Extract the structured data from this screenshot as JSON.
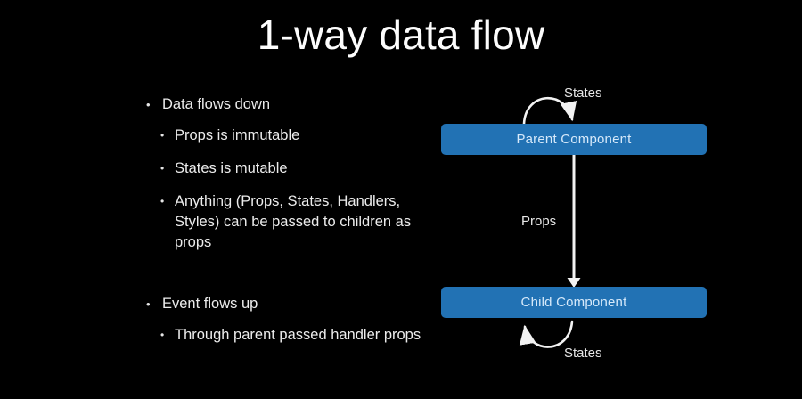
{
  "slide": {
    "title": "1-way data flow",
    "background_color": "#000000",
    "text_color": "#ececec"
  },
  "bullets": [
    {
      "level": 1,
      "marker": "•",
      "text": "Data flows down"
    },
    {
      "level": 2,
      "marker": "•",
      "text": "Props is immutable"
    },
    {
      "level": 2,
      "marker": "•",
      "text": "States is mutable"
    },
    {
      "level": 2,
      "marker": "•",
      "text": "Anything (Props, States, Handlers, Styles) can be passed to children as props"
    },
    {
      "level": 1,
      "marker": "•",
      "text": "Event flows up"
    },
    {
      "level": 2,
      "marker": "•",
      "text": "Through parent passed handler props"
    }
  ],
  "diagram": {
    "node_fill_color": "#2272b4",
    "node_text_color": "#d6e9fa",
    "arrow_color": "#f2f2f2",
    "nodes": [
      {
        "id": "parent",
        "label": "Parent Component"
      },
      {
        "id": "child",
        "label": "Child Component"
      }
    ],
    "edges": [
      {
        "id": "states-top",
        "label": "States",
        "kind": "self-loop",
        "target": "parent",
        "position": "above"
      },
      {
        "id": "props",
        "label": "Props",
        "kind": "straight",
        "from": "parent",
        "to": "child",
        "direction": "down"
      },
      {
        "id": "states-bottom",
        "label": "States",
        "kind": "self-loop",
        "target": "child",
        "position": "below"
      }
    ]
  }
}
